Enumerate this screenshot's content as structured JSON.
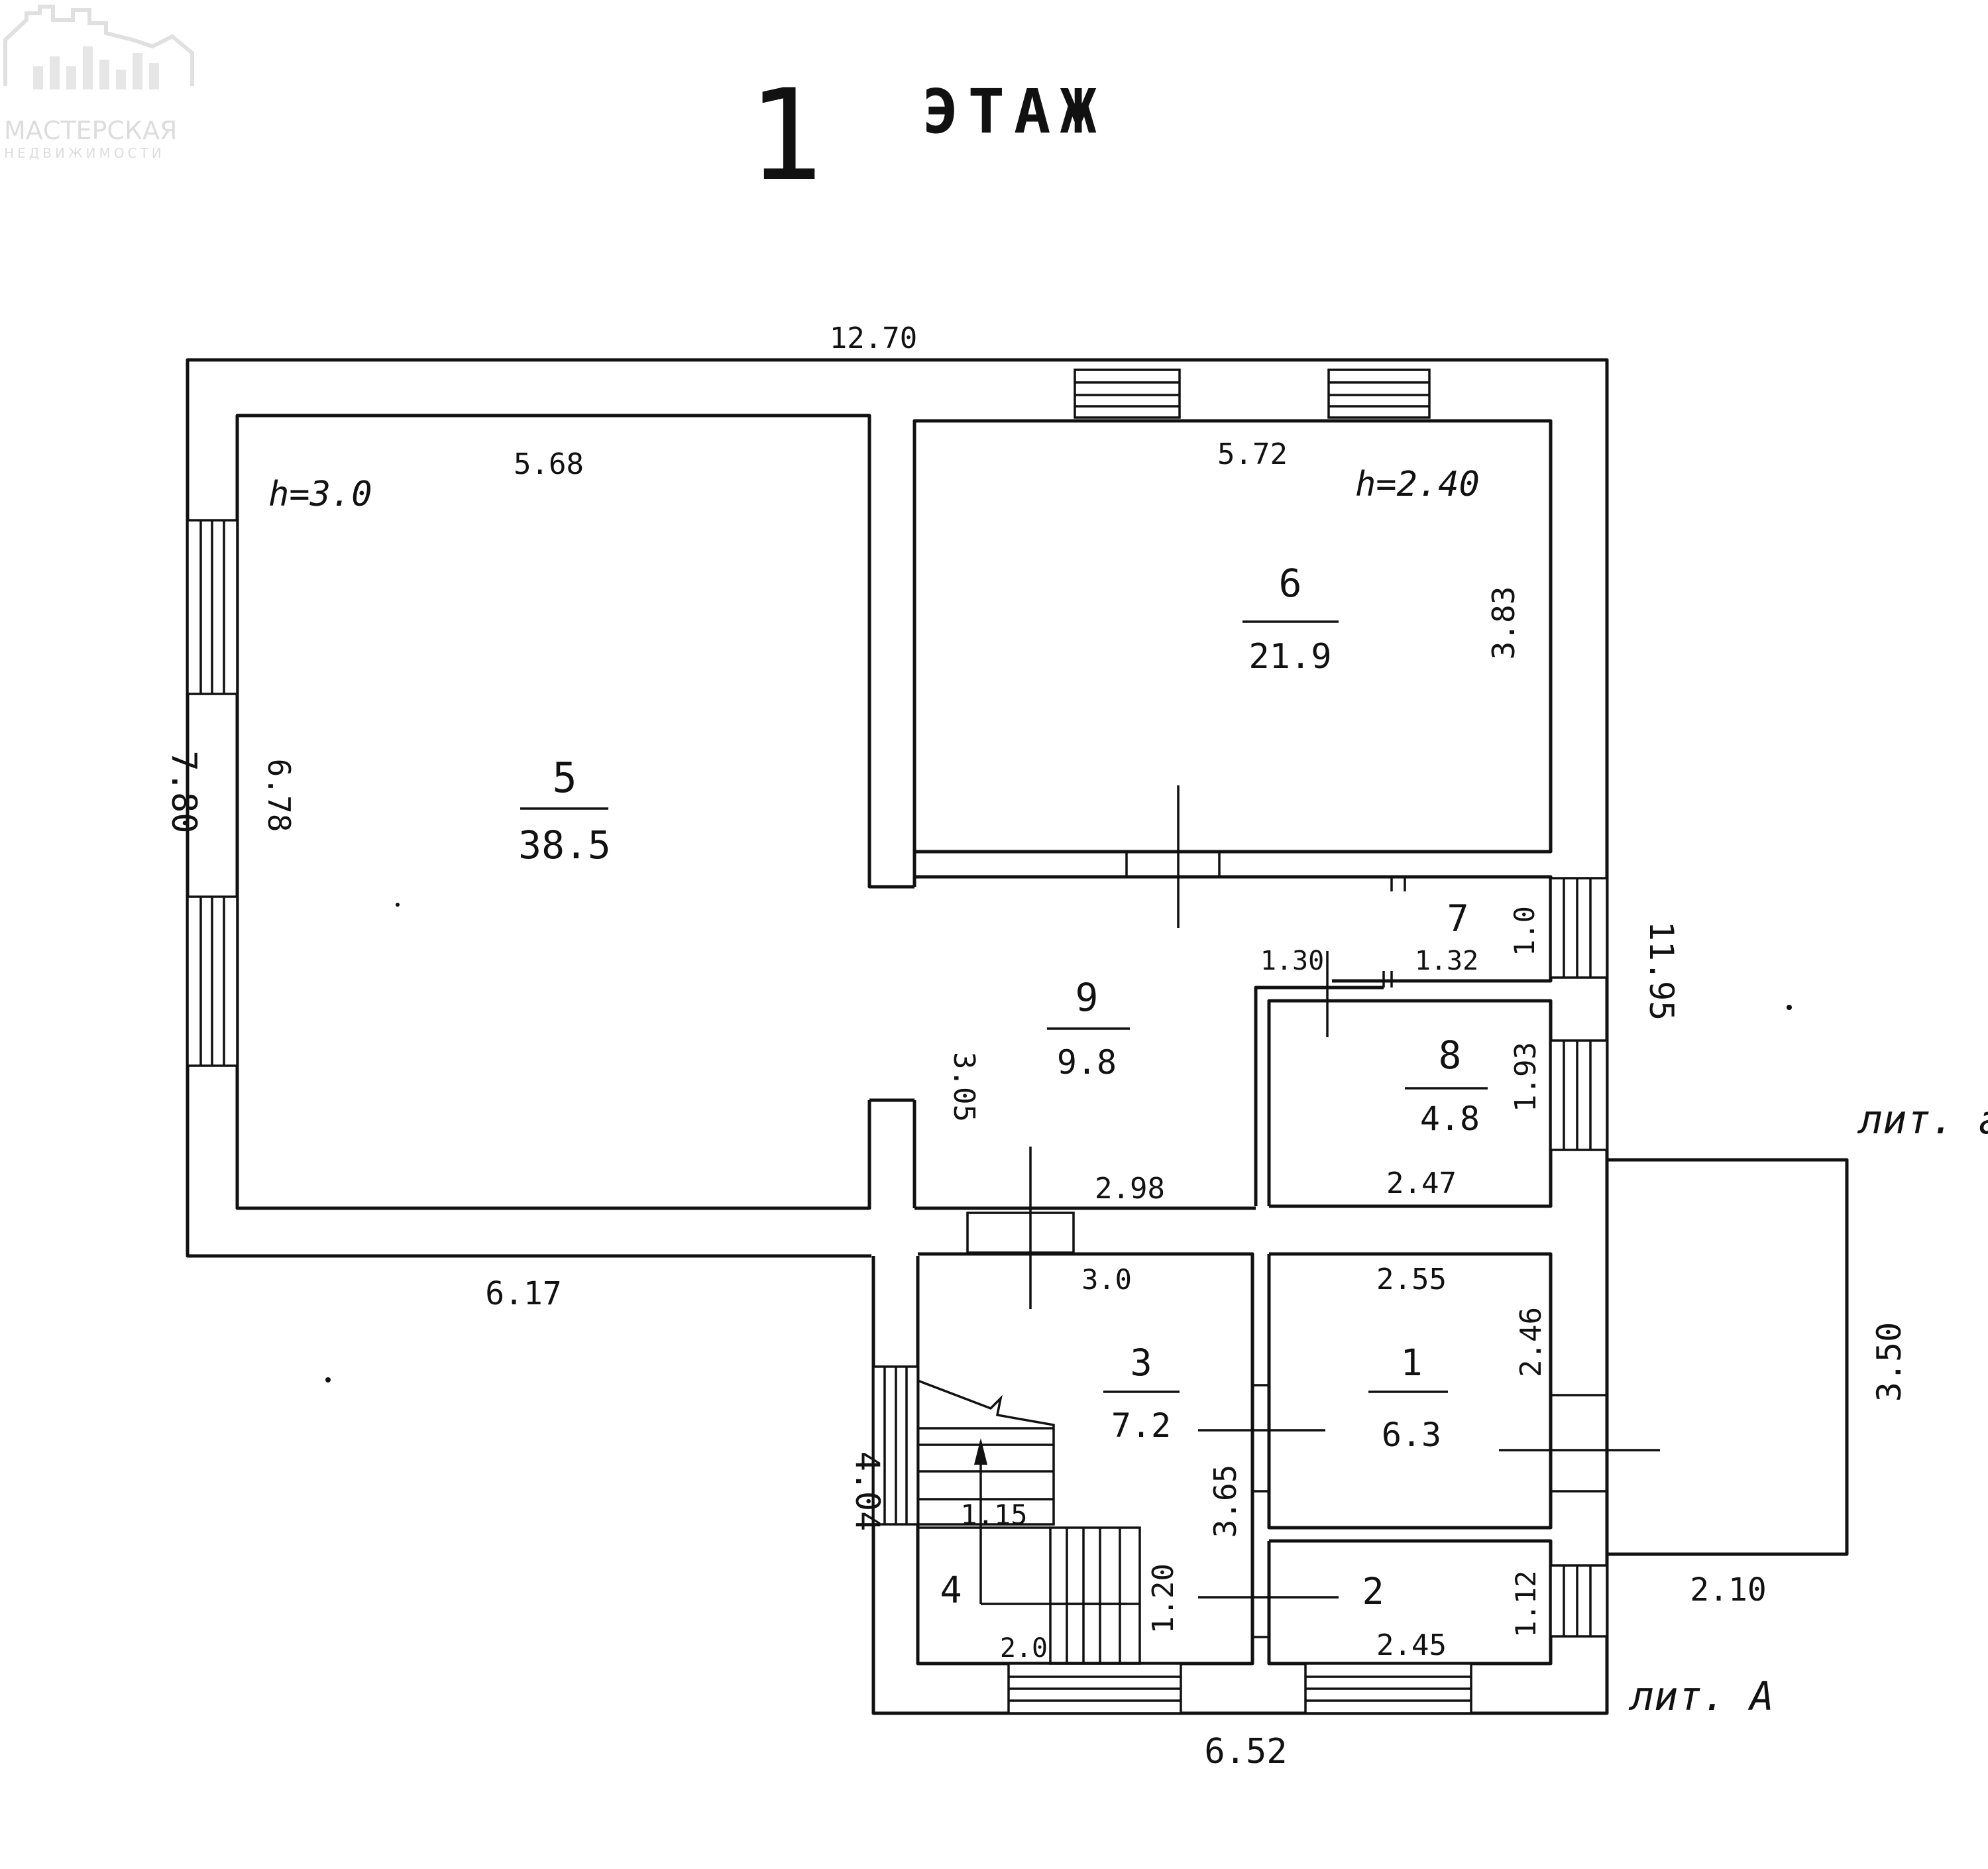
{
  "watermark": {
    "line1": "МАСТЕРСКАЯ",
    "line2": "НЕДВИЖИМОСТИ"
  },
  "header": {
    "floor_number": "1",
    "floor_word": "ЭТАЖ"
  },
  "rooms": [
    {
      "id": "5",
      "area": "38.5"
    },
    {
      "id": "6",
      "area": "21.9"
    },
    {
      "id": "9",
      "area": "9.8"
    },
    {
      "id": "8",
      "area": "4.8"
    },
    {
      "id": "7",
      "area": ""
    },
    {
      "id": "3",
      "area": "7.2"
    },
    {
      "id": "1",
      "area": "6.3"
    },
    {
      "id": "4",
      "area": ""
    },
    {
      "id": "2",
      "area": ""
    }
  ],
  "heights": {
    "room5": "h=3.0",
    "room6": "h=2.40"
  },
  "dimensions": {
    "top_total": "12.70",
    "room5_width": "5.68",
    "room6_width": "5.72",
    "left_total": "7.80",
    "room5_height": "6.78",
    "room6_height": "3.83",
    "right_total": "11.95",
    "room7_height": "1.0",
    "room7_width": "1.32",
    "room8_top": "1.30",
    "room8_height": "1.93",
    "room8_width": "2.47",
    "corridor_height": "3.05",
    "corridor_width": "2.98",
    "bottom_left": "6.17",
    "room3_width": "3.0",
    "room1_width": "2.55",
    "room1_height": "2.46",
    "room3_height": "3.65",
    "left_lower": "4.04",
    "stair_width": "1.15",
    "room4_height": "1.20",
    "room4_width": "2.0",
    "room2_width": "2.45",
    "room2_height": "1.12",
    "annex_height": "3.50",
    "annex_width": "2.10",
    "bottom_total": "6.52"
  },
  "labels": {
    "lit_a": "лит. А",
    "lit_other": "лит. а"
  }
}
